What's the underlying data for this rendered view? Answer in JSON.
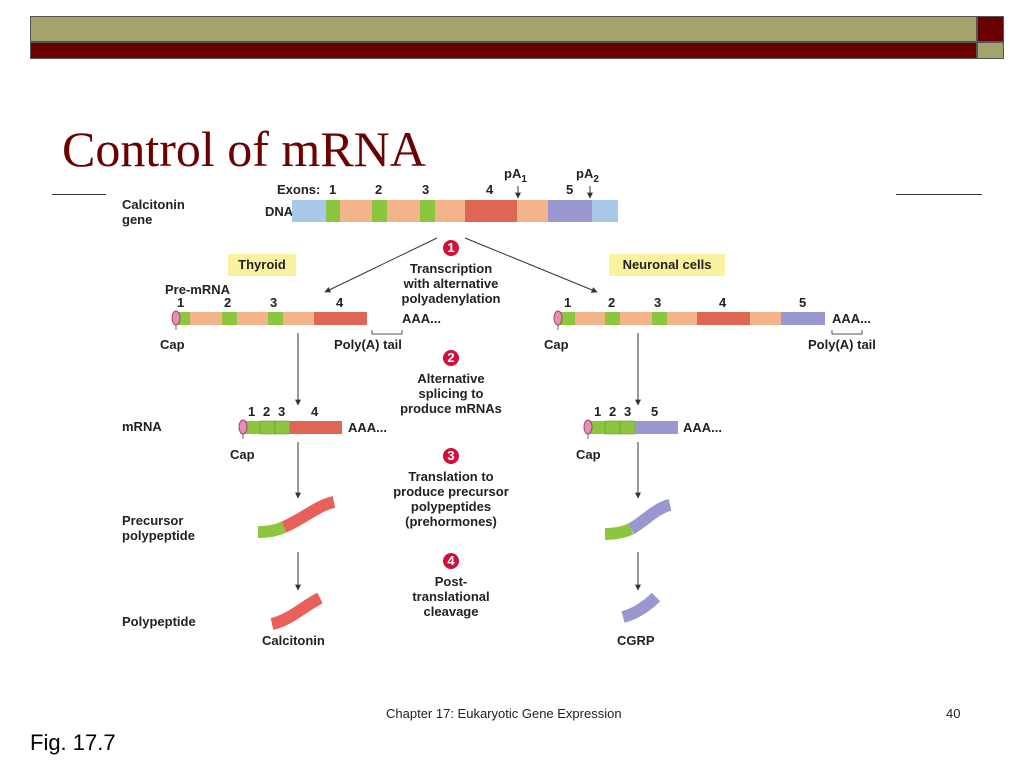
{
  "slide": {
    "title": "Control of mRNA",
    "footer_center": "Chapter 17: Eukaryotic Gene Expression",
    "page_number": "40",
    "fig_label": "Fig. 17.7"
  },
  "colors": {
    "band_olive": "#a4a36e",
    "band_maroon": "#6b0000",
    "title": "#6b0000",
    "exon_green": "#8cc63f",
    "intron_tan": "#f3b48a",
    "exon4_red": "#dd6655",
    "exon5_purple": "#9a96cf",
    "dna_end_blue": "#a8c8e8",
    "badge_red": "#d0103a",
    "label_yellow": "#fbf2a0"
  },
  "diagram": {
    "gene_label_line1": "Calcitonin",
    "gene_label_line2": "gene",
    "dna_label": "DNA",
    "exons_label": "Exons:",
    "exon_numbers": [
      "1",
      "2",
      "3",
      "4",
      "5"
    ],
    "pa1": "pA",
    "pa1_sub": "1",
    "pa2": "pA",
    "pa2_sub": "2",
    "thyroid_label": "Thyroid",
    "neuronal_label": "Neuronal cells",
    "premrna_label": "Pre-mRNA",
    "left_premrna_numbers": [
      "1",
      "2",
      "3",
      "4"
    ],
    "right_premrna_numbers": [
      "1",
      "2",
      "3",
      "4",
      "5"
    ],
    "left_mrna_numbers": [
      "1",
      "2",
      "3",
      "4"
    ],
    "right_mrna_numbers": [
      "1",
      "2",
      "3",
      "5"
    ],
    "aaa": "AAA...",
    "cap": "Cap",
    "polya_tail": "Poly(A) tail",
    "mrna_label": "mRNA",
    "precursor_line1": "Precursor",
    "precursor_line2": "polypeptide",
    "polypeptide_label": "Polypeptide",
    "calcitonin": "Calcitonin",
    "cgrp": "CGRP",
    "steps": [
      {
        "number": "1",
        "lines": [
          "Transcription",
          "with alternative",
          "polyadenylation"
        ]
      },
      {
        "number": "2",
        "lines": [
          "Alternative",
          "splicing to",
          "produce mRNAs"
        ]
      },
      {
        "number": "3",
        "lines": [
          "Translation to",
          "produce precursor",
          "polypeptides",
          "(prehormones)"
        ]
      },
      {
        "number": "4",
        "lines": [
          "Post-",
          "translational",
          "cleavage"
        ]
      }
    ]
  }
}
